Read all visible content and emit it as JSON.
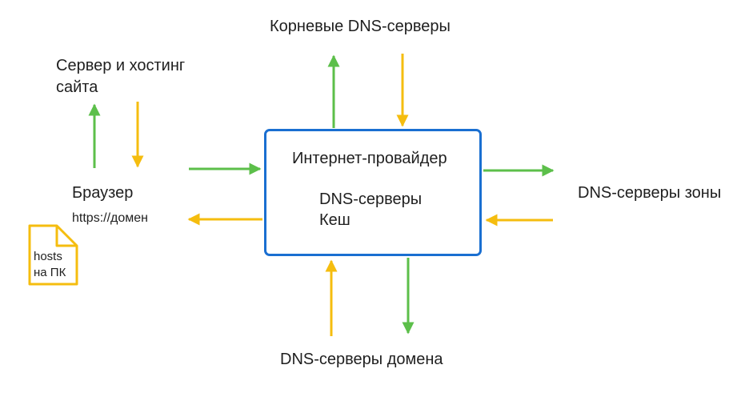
{
  "diagram": {
    "nodes": {
      "root_dns": "Корневые DNS-серверы",
      "site_server_line1": "Сервер и хостинг",
      "site_server_line2": "сайта",
      "browser": "Браузер",
      "browser_url": "https://домен",
      "hosts_line1": "hosts",
      "hosts_line2": "на ПК",
      "isp_title": "Интернет-провайдер",
      "isp_dns": "DNS-серверы",
      "isp_cache": "Кеш",
      "zone_dns": "DNS-серверы зоны",
      "domain_dns": "DNS-серверы домена"
    },
    "colors": {
      "request": "#5cbf4a",
      "response": "#f5bd0f",
      "box_border": "#1a6fd1",
      "file_border": "#f5bd0f",
      "text": "#1f1f1f"
    }
  }
}
